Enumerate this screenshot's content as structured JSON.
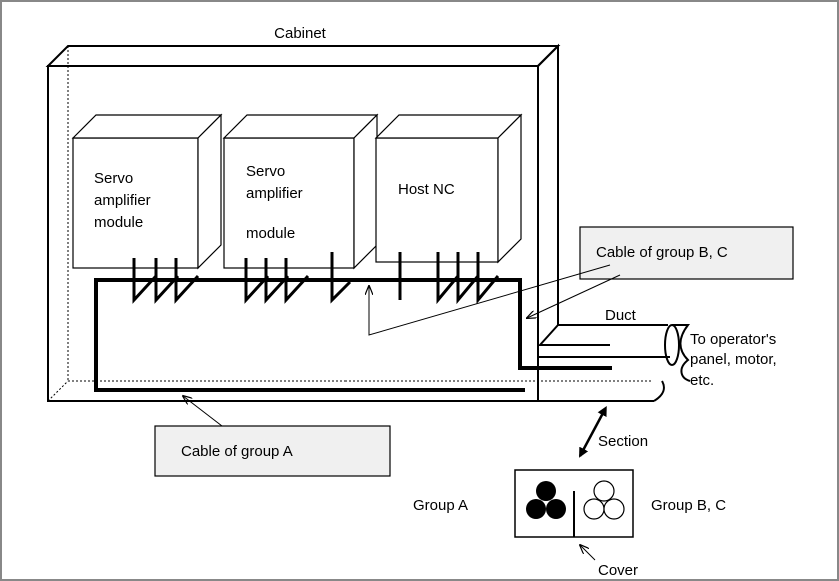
{
  "labels": {
    "cabinet": "Cabinet",
    "servo1": [
      "Servo",
      "amplifier",
      "module"
    ],
    "servo2": [
      "Servo",
      "amplifier",
      "module"
    ],
    "host_nc": "Host NC",
    "cable_bc": "Cable of group B, C",
    "duct": "Duct",
    "to_operator": [
      "To operator's",
      "panel, motor,",
      "etc."
    ],
    "cable_a": "Cable of group A",
    "section": "Section",
    "group_a": "Group A",
    "group_bc": "Group B, C",
    "cover": "Cover"
  }
}
